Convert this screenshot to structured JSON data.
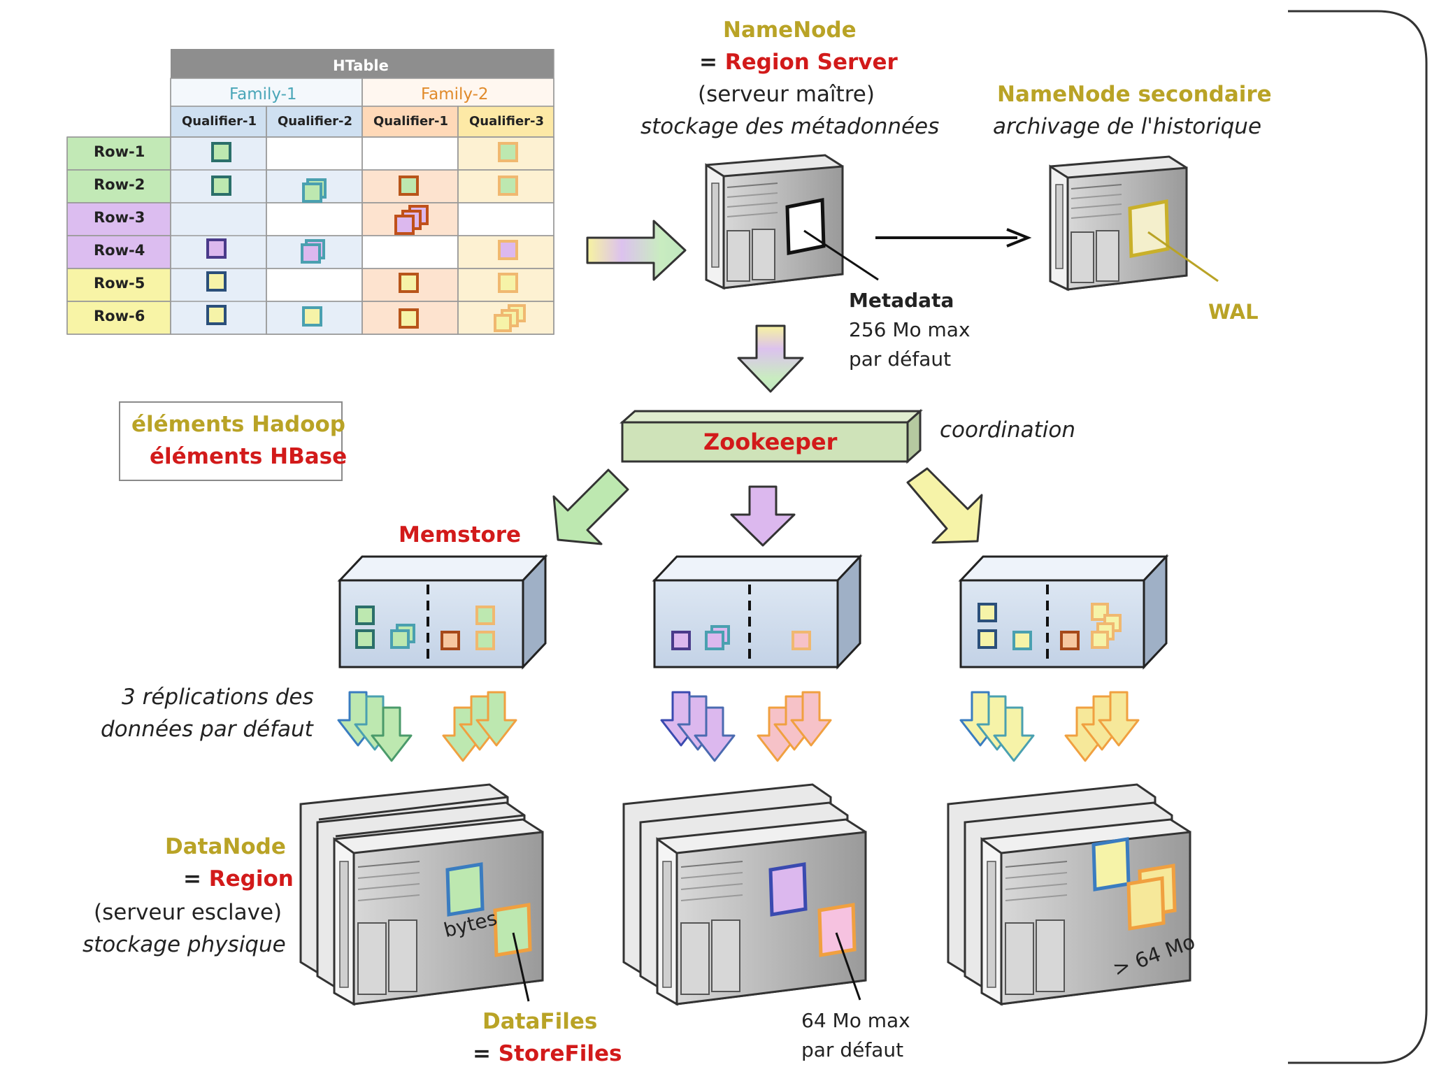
{
  "htable": {
    "title": "HTable",
    "families": [
      "Family-1",
      "Family-2"
    ],
    "qualifiers": [
      "Qualifier-1",
      "Qualifier-2",
      "Qualifier-1",
      "Qualifier-3"
    ],
    "rows": [
      "Row-1",
      "Row-2",
      "Row-3",
      "Row-4",
      "Row-5",
      "Row-6"
    ]
  },
  "namenode": {
    "title": "NameNode",
    "equals_prefix": "= ",
    "subtitle": "Region Server",
    "role": "(serveur maître)",
    "desc": "stockage des métadonnées"
  },
  "secondary": {
    "title": "NameNode secondaire",
    "desc": "archivage de l'historique",
    "wal_label": "WAL"
  },
  "metadata": {
    "title": "Metadata",
    "line1": "256 Mo max",
    "line2": "par défaut"
  },
  "legend": {
    "hadoop": "éléments Hadoop",
    "hbase": "éléments HBase"
  },
  "zookeeper": {
    "label": "Zookeeper",
    "note": "coordination"
  },
  "memstore": {
    "label": "Memstore"
  },
  "replication": {
    "line1": "3 réplications des",
    "line2": "données par défaut"
  },
  "datanode": {
    "title": "DataNode",
    "equals_prefix": "= ",
    "subtitle": "Region",
    "role": "(serveur esclave)",
    "desc": "stockage physique",
    "bytes_label": "bytes"
  },
  "datafiles": {
    "title": "DataFiles",
    "equals_prefix": "= ",
    "subtitle": "StoreFiles"
  },
  "storefile_note": {
    "line1": "64 Mo max",
    "line2": "par défaut",
    "over_label": "> 64 Mo"
  },
  "colors": {
    "hadoop": "#b9a326",
    "hbase": "#d21a1a",
    "green": "#2b8a80",
    "purple": "#7b4aa0",
    "orange": "#c0581a",
    "light_green": "#bde8b0",
    "light_purple": "#dcb8ee",
    "light_yellow": "#f6f3a8",
    "light_orange": "#ffc58a"
  }
}
